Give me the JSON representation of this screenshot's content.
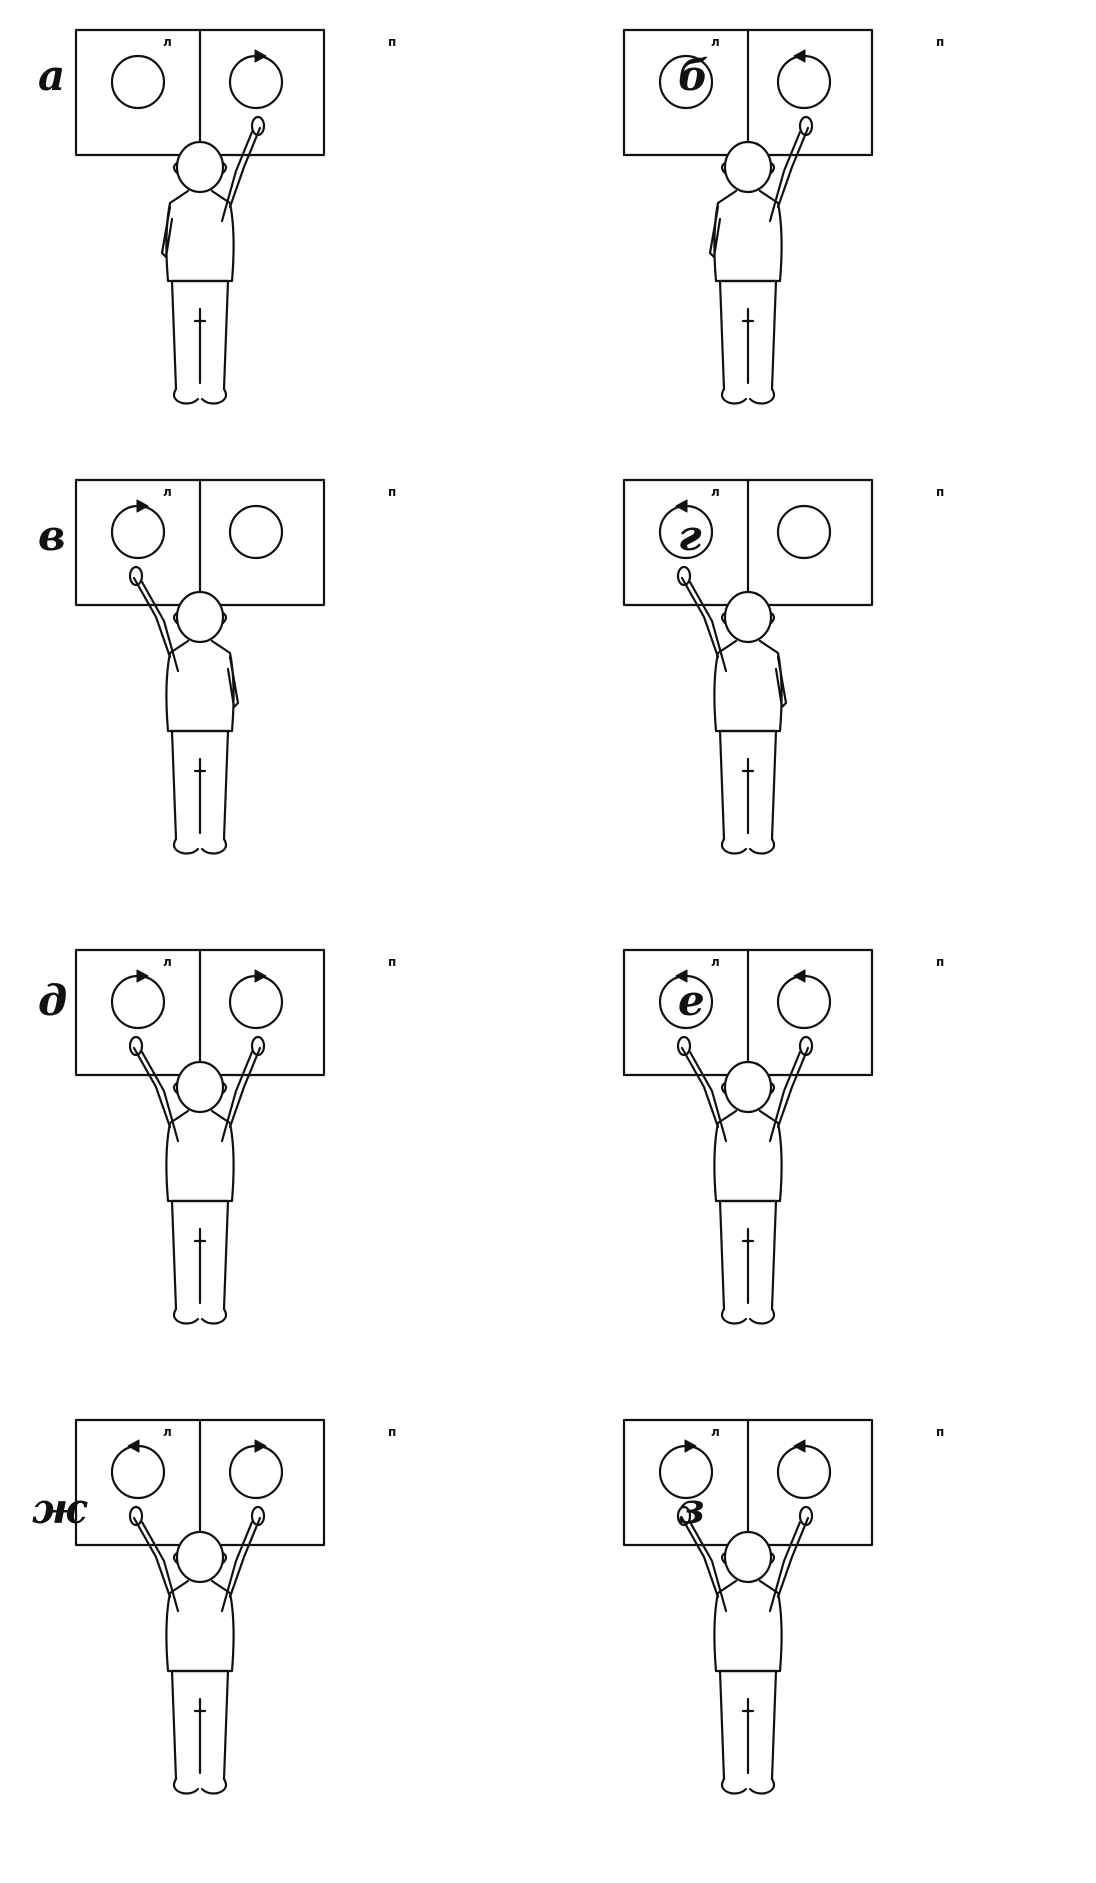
{
  "panels": [
    {
      "id": "a",
      "label": "а",
      "board_left": "л",
      "board_right": "п",
      "hands": "right",
      "left_arrow": "none",
      "right_arrow": "cw"
    },
    {
      "id": "b",
      "label": "б",
      "board_left": "л",
      "board_right": "п",
      "hands": "right",
      "left_arrow": "none",
      "right_arrow": "ccw"
    },
    {
      "id": "v",
      "label": "в",
      "board_left": "л",
      "board_right": "п",
      "hands": "left",
      "left_arrow": "cw",
      "right_arrow": "none"
    },
    {
      "id": "g",
      "label": "г",
      "board_left": "л",
      "board_right": "п",
      "hands": "left",
      "left_arrow": "ccw",
      "right_arrow": "none"
    },
    {
      "id": "d",
      "label": "д",
      "board_left": "л",
      "board_right": "п",
      "hands": "both",
      "left_arrow": "cw",
      "right_arrow": "cw"
    },
    {
      "id": "e",
      "label": "е",
      "board_left": "л",
      "board_right": "п",
      "hands": "both",
      "left_arrow": "ccw",
      "right_arrow": "ccw"
    },
    {
      "id": "zh",
      "label": "ж",
      "board_left": "л",
      "board_right": "п",
      "hands": "both",
      "left_arrow": "ccw",
      "right_arrow": "cw"
    },
    {
      "id": "z",
      "label": "з",
      "board_left": "л",
      "board_right": "п",
      "hands": "both",
      "left_arrow": "cw",
      "right_arrow": "ccw"
    }
  ],
  "colors": {
    "ink": "#111111",
    "paper": "#ffffff"
  }
}
